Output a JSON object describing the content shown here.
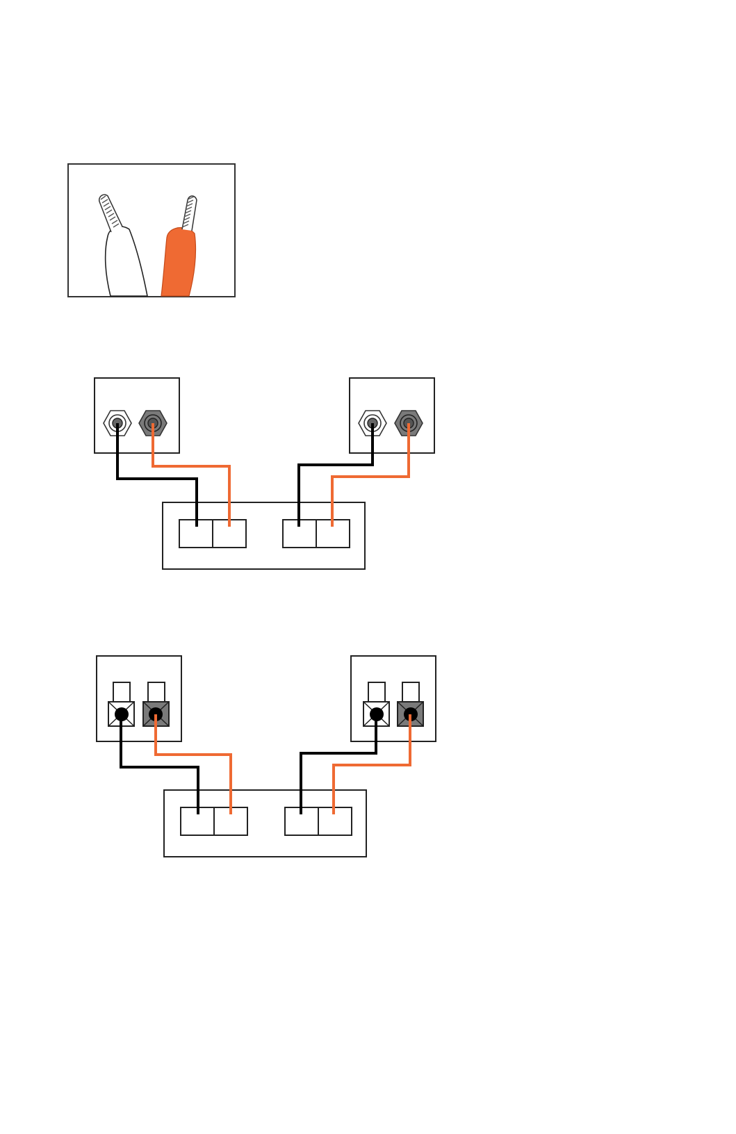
{
  "colors": {
    "background": "#ffffff",
    "outline": "#000000",
    "negative_wire": "#000000",
    "positive_wire": "#ef6a33",
    "negative_terminal_fill": "#ffffff",
    "positive_terminal_fill": "#7a7a7a",
    "terminal_center": "#555555",
    "strand": "#ffffff",
    "strand_outline": "#333333"
  },
  "figures": [
    {
      "id": "speaker-wire-closeup",
      "description_icon": "stripped-speaker-wire-icon",
      "wires": [
        {
          "polarity": "negative",
          "insulation": "white"
        },
        {
          "polarity": "positive",
          "insulation": "orange"
        }
      ]
    },
    {
      "id": "binding-post-connection",
      "terminal_style": "binding-post",
      "speakers": [
        {
          "side": "left",
          "terminals": [
            "negative",
            "positive"
          ]
        },
        {
          "side": "right",
          "terminals": [
            "negative",
            "positive"
          ]
        }
      ],
      "receiver_outputs": [
        {
          "side": "left",
          "terminals": [
            "negative",
            "positive"
          ]
        },
        {
          "side": "right",
          "terminals": [
            "negative",
            "positive"
          ]
        }
      ]
    },
    {
      "id": "spring-clip-connection",
      "terminal_style": "spring-clip",
      "speakers": [
        {
          "side": "left",
          "terminals": [
            "negative",
            "positive"
          ]
        },
        {
          "side": "right",
          "terminals": [
            "negative",
            "positive"
          ]
        }
      ],
      "receiver_outputs": [
        {
          "side": "left",
          "terminals": [
            "negative",
            "positive"
          ]
        },
        {
          "side": "right",
          "terminals": [
            "negative",
            "positive"
          ]
        }
      ]
    }
  ]
}
